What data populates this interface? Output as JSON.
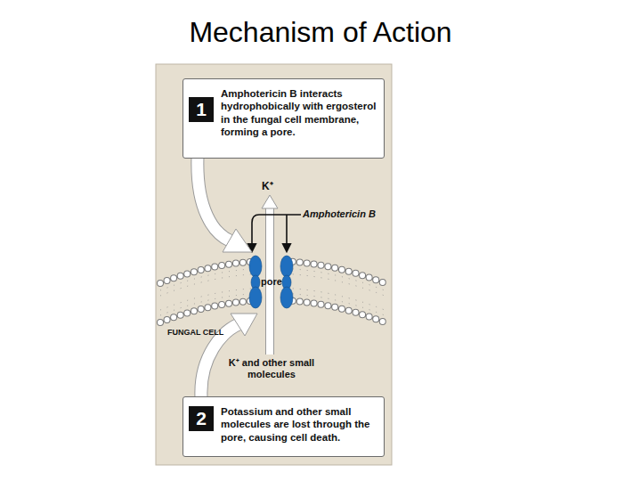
{
  "diagram": {
    "title": "Mechanism of Action",
    "nodes": [
      {
        "text": [
          "1",
          "Amphotericin B interacts hydrophobically with ergosterol in the fungal cell membrane, forming a pore."
        ]
      },
      {
        "text": [
          "2",
          "Potassium and other small molecules are lost through the pore, causing cell death."
        ]
      }
    ],
    "labels": [
      "K⁺",
      "Amphotericin B",
      "pore",
      "FUNGAL CELL",
      "K⁺ and other small molecules"
    ]
  }
}
